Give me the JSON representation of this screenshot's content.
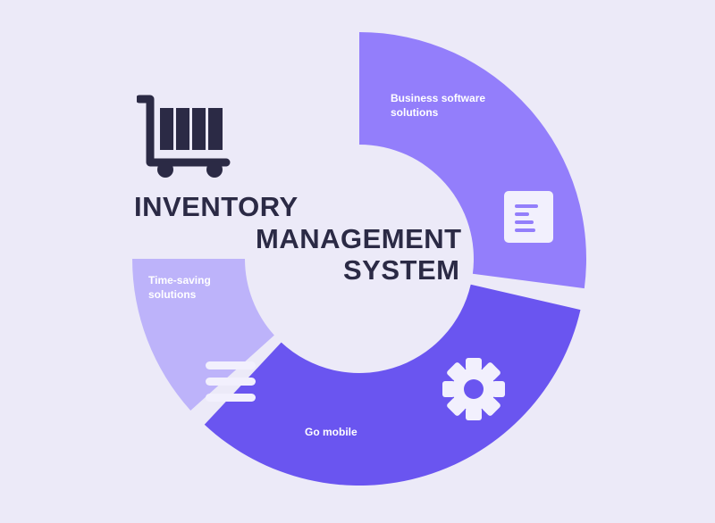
{
  "diagram": {
    "title_lines": [
      "INVENTORY",
      "MANAGEMENT",
      "SYSTEM"
    ],
    "segments": [
      {
        "id": "business",
        "label_lines": [
          "Business software",
          "solutions"
        ],
        "color": "#937EFB",
        "icon": "document-icon"
      },
      {
        "id": "mobile",
        "label_lines": [
          "Go mobile"
        ],
        "color": "#6A55F0",
        "icon": "gear-icon"
      },
      {
        "id": "time",
        "label_lines": [
          "Time-saving",
          "solutions"
        ],
        "color": "#BDB3FA",
        "icon": "menu-lines-icon"
      }
    ],
    "center_icon": "shopping-cart-icon",
    "colors": {
      "background": "#ECEAF8",
      "title": "#2B2A45",
      "icon_dark": "#2B2A45"
    }
  }
}
